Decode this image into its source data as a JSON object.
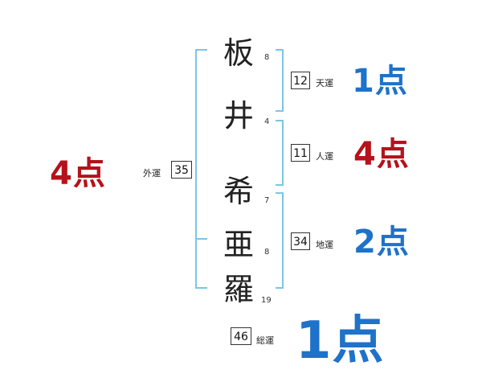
{
  "colors": {
    "bracket": "#7cc6e6",
    "blue": "#1e72c9",
    "red": "#b5121b"
  },
  "name_chars": [
    {
      "char": "板",
      "strokes": "8"
    },
    {
      "char": "井",
      "strokes": "4"
    },
    {
      "char": "希",
      "strokes": "7"
    },
    {
      "char": "亜",
      "strokes": "8"
    },
    {
      "char": "羅",
      "strokes": "19"
    }
  ],
  "fortunes": {
    "ten": {
      "value": "12",
      "label": "天運",
      "score": "1点"
    },
    "jin": {
      "value": "11",
      "label": "人運",
      "score": "4点"
    },
    "chi": {
      "value": "34",
      "label": "地運",
      "score": "2点"
    },
    "gai": {
      "value": "35",
      "label": "外運",
      "score": "4点"
    },
    "sou": {
      "value": "46",
      "label": "総運",
      "score": "1点"
    }
  }
}
